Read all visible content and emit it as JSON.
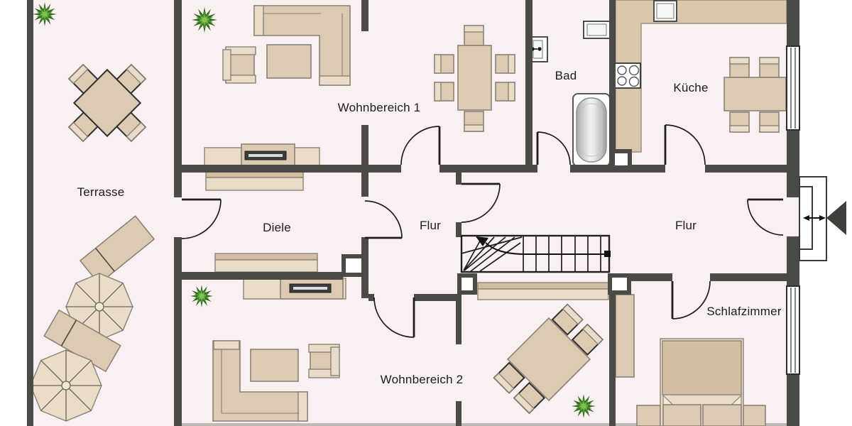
{
  "labels": {
    "terrasse": "Terrasse",
    "wohnbereich1": "Wohnbereich 1",
    "bad": "Bad",
    "kueche": "Küche",
    "diele": "Diele",
    "flur_mitte": "Flur",
    "flur_rechts": "Flur",
    "wohnbereich2": "Wohnbereich 2",
    "schlafzimmer": "Schlafzimmer"
  },
  "colors": {
    "wall": "#4b4a45",
    "floor": "#faf0f2",
    "furn": "#dccbb2",
    "furn_light": "#e9ddc9",
    "furn_dark": "#d2bfa1",
    "furn_stroke": "#8a8275",
    "counter": "#d8c7ab",
    "plant_dark": "#2f6a1c",
    "plant_mid": "#4e9230",
    "plant_light": "#7cc24e"
  }
}
